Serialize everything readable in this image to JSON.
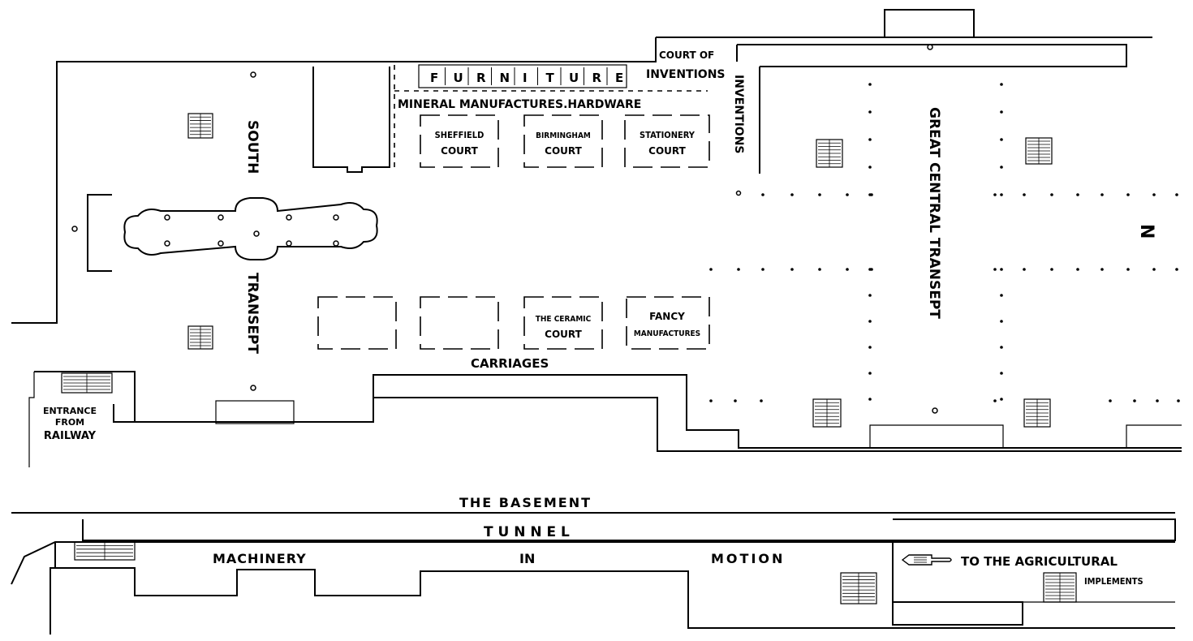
{
  "labels": {
    "court_of": "COURT OF",
    "inventions_top": "INVENTIONS",
    "furniture_letters": [
      "F",
      "U",
      "R",
      "N",
      "I",
      "T",
      "U",
      "R",
      "E"
    ],
    "mineral": "MINERAL MANUFACTURES.HARDWARE",
    "sheffield_1": "SHEFFIELD",
    "sheffield_2": "COURT",
    "birmingham_1": "BIRMINGHAM",
    "birmingham_2": "COURT",
    "stationery_1": "STATIONERY",
    "stationery_2": "COURT",
    "inventions_vertical": "INVENTIONS",
    "south": "SOUTH",
    "transept_south": "TRANSEPT",
    "great_central_transept": "GREAT CENTRAL TRANSEPT",
    "north_marker": "N",
    "ceramic_1": "THE CERAMIC",
    "ceramic_2": "COURT",
    "fancy_1": "FANCY",
    "fancy_2": "MANUFACTURES",
    "carriages": "CARRIAGES",
    "entrance_1": "ENTRANCE",
    "entrance_2": "FROM",
    "entrance_3": "RAILWAY",
    "basement": "THE BASEMENT",
    "tunnel": "T U N N E L",
    "machinery": "MACHINERY",
    "in": "IN",
    "motion": "MOTION",
    "agricultural": "TO THE AGRICULTURAL",
    "implements": "IMPLEMENTS"
  },
  "icons": {
    "pointing_hand": "pointing-hand-icon",
    "staircase": "staircase-icon",
    "column": "column-icon"
  },
  "colors": {
    "ink": "#000000",
    "paper": "#ffffff"
  }
}
